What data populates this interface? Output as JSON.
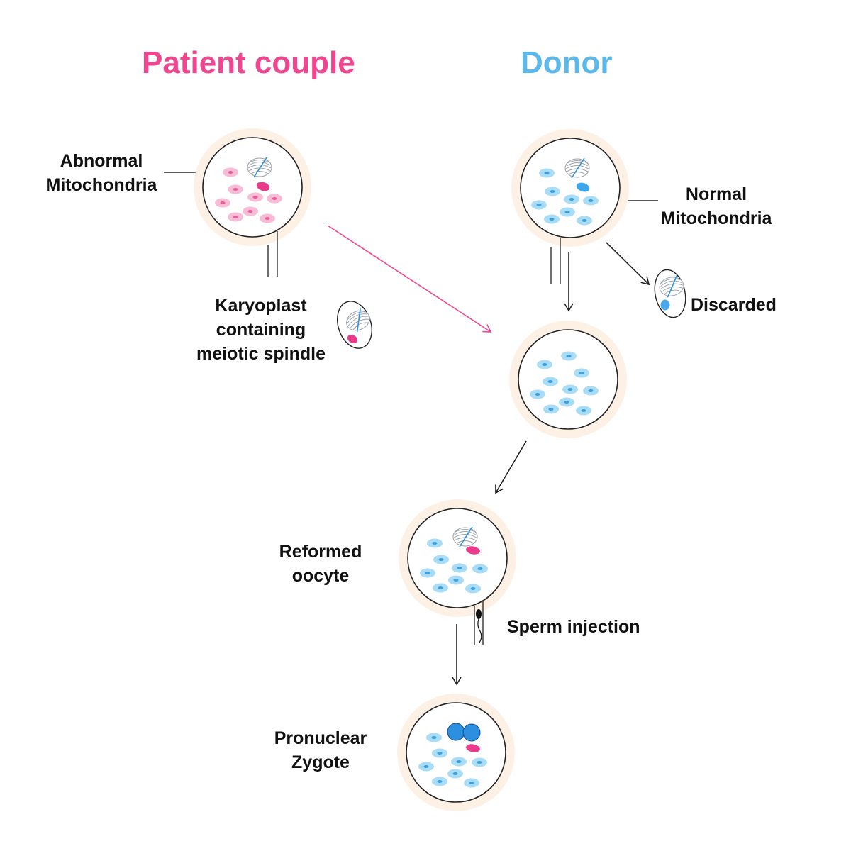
{
  "headings": {
    "patient": "Patient couple",
    "donor": "Donor"
  },
  "labels": {
    "abnormal_mitochondria": "Abnormal\nMitochondria",
    "normal_mitochondria": "Normal\nMitochondria",
    "karyoplast": "Karyoplast\ncontaining\nmeiotic spindle",
    "discarded": "Discarded",
    "reformed_oocyte": "Reformed\noocyte",
    "sperm_injection": "Sperm injection",
    "pronuclear_zygote": "Pronuclear\nZygote"
  },
  "colors": {
    "patient": "#f0468f",
    "donor": "#5bb8ea",
    "patient_mito": "#f7bcd6",
    "donor_mito": "#a9dcf6",
    "zona": "#fdf1e6",
    "nucleus_blue": "#2d8fe0",
    "arrow_pink": "#f0468f",
    "arrow_dark": "#222222"
  },
  "icons": {
    "spindle": "meiotic-spindle-icon",
    "chromosome": "chromosome-icon",
    "pipette": "micropipette-icon",
    "sperm": "sperm-icon"
  }
}
